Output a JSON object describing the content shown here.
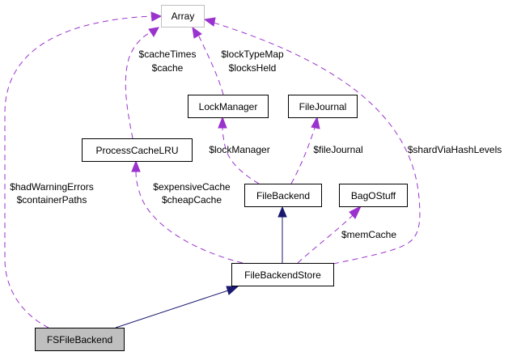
{
  "diagram": {
    "type": "collaboration-graph",
    "colors": {
      "usage_edge": "#9a32cd",
      "inheritance_edge": "#191970",
      "focus_node_fill": "#bfbfbf",
      "external_node_border": "#bfbfbf"
    },
    "nodes": {
      "array": {
        "label": "Array"
      },
      "process_cache_lru": {
        "label": "ProcessCacheLRU"
      },
      "lock_manager": {
        "label": "LockManager"
      },
      "file_journal": {
        "label": "FileJournal"
      },
      "file_backend": {
        "label": "FileBackend"
      },
      "bag_o_stuff": {
        "label": "BagOStuff"
      },
      "file_backend_store": {
        "label": "FileBackendStore"
      },
      "fs_file_backend": {
        "label": "FSFileBackend"
      }
    },
    "edges": {
      "pclru_to_array": {
        "from": "ProcessCacheLRU",
        "to": "Array",
        "kind": "usage",
        "labels": [
          "$cacheTimes",
          "$cache"
        ]
      },
      "lockmanager_to_array": {
        "from": "LockManager",
        "to": "Array",
        "kind": "usage",
        "labels": [
          "$lockTypeMap",
          "$locksHeld"
        ]
      },
      "fsfb_to_array": {
        "from": "FSFileBackend",
        "to": "Array",
        "kind": "usage",
        "labels": [
          "$hadWarningErrors",
          "$containerPaths"
        ]
      },
      "fbs_to_array": {
        "from": "FileBackendStore",
        "to": "Array",
        "kind": "usage",
        "labels": [
          "$shardViaHashLevels"
        ]
      },
      "fb_to_lockmanager": {
        "from": "FileBackend",
        "to": "LockManager",
        "kind": "usage",
        "labels": [
          "$lockManager"
        ]
      },
      "fb_to_filejournal": {
        "from": "FileBackend",
        "to": "FileJournal",
        "kind": "usage",
        "labels": [
          "$fileJournal"
        ]
      },
      "fbs_to_pclru": {
        "from": "FileBackendStore",
        "to": "ProcessCacheLRU",
        "kind": "usage",
        "labels": [
          "$expensiveCache",
          "$cheapCache"
        ]
      },
      "fbs_to_bagostuff": {
        "from": "FileBackendStore",
        "to": "BagOStuff",
        "kind": "usage",
        "labels": [
          "$memCache"
        ]
      },
      "fbs_to_fb": {
        "from": "FileBackendStore",
        "to": "FileBackend",
        "kind": "inheritance",
        "labels": []
      },
      "fsfb_to_fbs": {
        "from": "FSFileBackend",
        "to": "FileBackendStore",
        "kind": "inheritance",
        "labels": []
      }
    }
  }
}
